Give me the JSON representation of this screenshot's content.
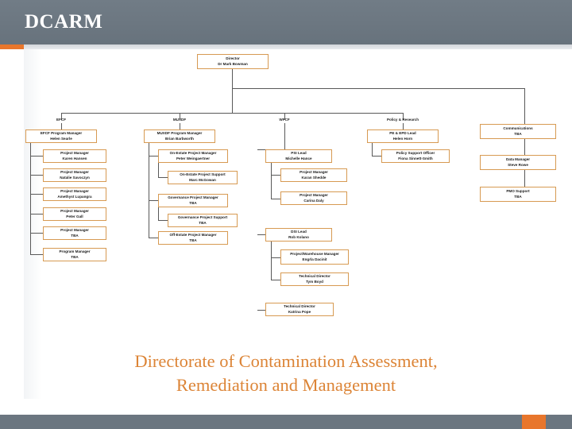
{
  "slide": {
    "header_title": "DCARM",
    "headline_line1": "Directorate of Contamination Assessment,",
    "headline_line2": "Remediation and Management",
    "accent_orange": "#e8762c",
    "band_gray": "#6b7680",
    "box_border": "#d79a52",
    "headline_color": "#dc8436"
  },
  "org": {
    "root": {
      "title": "Director",
      "name": "Dr Mark Bowman"
    },
    "branches": [
      {
        "label": "EFCF",
        "head": {
          "title": "EFCF Program Manager",
          "name": "Helen Searle"
        },
        "children": [
          {
            "title": "Project Manager",
            "name": "Karen Hansen"
          },
          {
            "title": "Project Manager",
            "name": "Natalie Savoczyn"
          },
          {
            "title": "Project Manager",
            "name": "Amethyst Lupangra"
          },
          {
            "title": "Project Manager",
            "name": "Peter Gall"
          },
          {
            "title": "Project Manager",
            "name": "TBA"
          },
          {
            "title": "Program Manager",
            "name": "TBA"
          }
        ]
      },
      {
        "label": "MUXDF",
        "head": {
          "title": "MUXDF Program Manager",
          "name": "Brian Barbworth"
        },
        "children": [
          {
            "title": "On-Estate Project Manager",
            "name": "Peter Weingaertner"
          },
          {
            "title": "On-Estate Project Support",
            "name": "Marc McGowan"
          },
          {
            "title": "Governance Project Manager",
            "name": "TBA"
          },
          {
            "title": "Governance Project Support",
            "name": "TBA"
          },
          {
            "title": "Off-Estate Project Manager",
            "name": "TBA"
          }
        ]
      },
      {
        "label": "WFCF",
        "head": null,
        "children": [
          {
            "title": "PSI Lead",
            "name": "Michelle Hance"
          },
          {
            "title": "Project Manager",
            "name": "Karan Shedde"
          },
          {
            "title": "Project Manager",
            "name": "Carina Daly"
          },
          {
            "title": "DSI Lead",
            "name": "Rob Kolano"
          },
          {
            "title": "Project/Warehouse Manager",
            "name": "Engrla Dacinit"
          },
          {
            "title": "Technical Director",
            "name": "Tym Boyd"
          },
          {
            "title": "Technical Director",
            "name": "Katrina Pope"
          }
        ]
      },
      {
        "label": "Policy & Research",
        "head": {
          "title": "PE & EPD Lead",
          "name": "Helen Horn"
        },
        "children": [
          {
            "title": "Policy Support Officer",
            "name": "Fiona Sinnett-Smith"
          }
        ]
      },
      {
        "label": "",
        "head": null,
        "children": [
          {
            "title": "Communications",
            "name": "TBA"
          },
          {
            "title": "Data Manager",
            "name": "Steve Rowe"
          },
          {
            "title": "PMO Support",
            "name": "TBA"
          }
        ]
      }
    ]
  }
}
